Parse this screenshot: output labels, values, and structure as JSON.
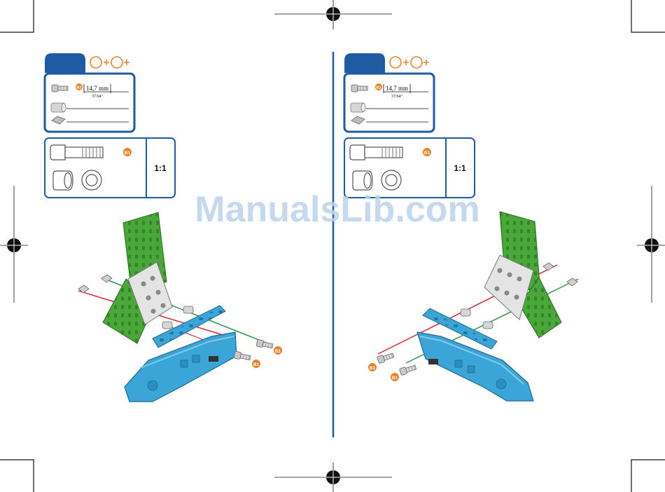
{
  "left_panel": {
    "parts_list": {
      "bolt_callout": "B1",
      "dimension_mm": "14,7 mm",
      "dimension_in": "37/64\""
    },
    "scale_box": {
      "bolt_callout": "B1",
      "scale": "1:1"
    },
    "assembly": {
      "callout_a": "B1",
      "callout_b": "B1"
    }
  },
  "right_panel": {
    "parts_list": {
      "bolt_callout": "B1",
      "dimension_mm": "14,7 mm",
      "dimension_in": "37/64\""
    },
    "scale_box": {
      "bolt_callout": "B1",
      "scale": "1:1"
    },
    "assembly": {
      "callout_a": "B1",
      "callout_b": "B1"
    }
  },
  "watermark": "ManualsLib.com",
  "colors": {
    "accent_blue": "#1f5ba3",
    "callout_orange": "#e8832a",
    "part_green": "#4aa83b",
    "part_cyan": "#3aa5d6",
    "axis_red": "#d8283a",
    "axis_green": "#2e9a4a",
    "watermark": "#bcd3ec"
  }
}
